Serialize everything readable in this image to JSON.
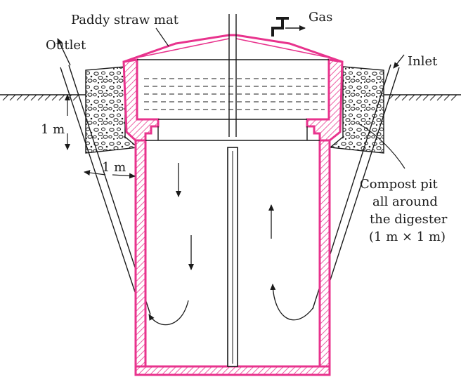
{
  "labels": {
    "paddy_straw_mat": "Paddy straw mat",
    "gas": "Gas",
    "outlet": "Outlet",
    "inlet": "Inlet",
    "depth": "1 m",
    "width": "1 m",
    "compost_line1": "Compost pit",
    "compost_line2": "all around",
    "compost_line3": "the digester",
    "compost_line4": "(1 m × 1 m)"
  },
  "colors": {
    "wall": "#e8338d",
    "ink": "#1a1a1a",
    "background": "#ffffff"
  }
}
